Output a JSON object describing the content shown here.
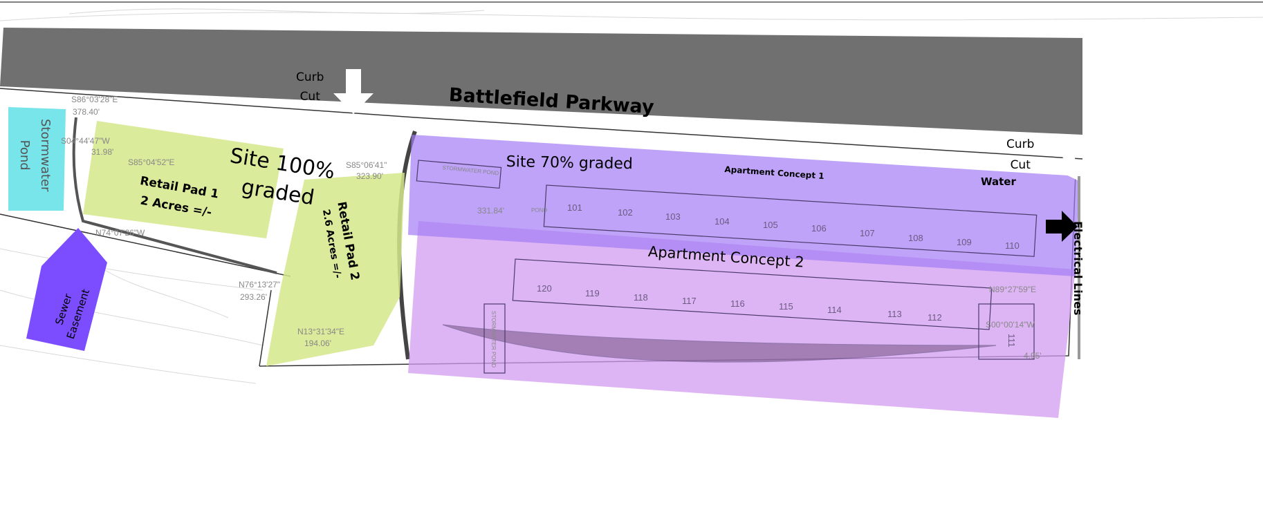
{
  "road": {
    "name": "Battlefield Parkway"
  },
  "curb_cuts": [
    {
      "label_line1": "Curb",
      "label_line2": "Cut"
    },
    {
      "label_line1": "Curb",
      "label_line2": "Cut"
    }
  ],
  "stormwater_pond": {
    "label_line1": "Stormwater",
    "label_line2": "Pond",
    "color": "#5fe0e6"
  },
  "sewer_easement": {
    "label_line1": "Sewer",
    "label_line2": "Easement",
    "color": "#7c4dff"
  },
  "site_100": {
    "line1": "Site 100%",
    "line2": "graded"
  },
  "site_70": {
    "label": "Site 70% graded"
  },
  "retail_pad_1": {
    "name": "Retail Pad 1",
    "area": "2 Acres =/-",
    "color": "#d4e88a"
  },
  "retail_pad_2": {
    "name": "Retail Pad 2",
    "area": "2.6 Acres =/-",
    "color": "#d4e88a"
  },
  "apartment_concept_1": {
    "label": "Apartment Concept 1",
    "color": "#a37cf5"
  },
  "apartment_concept_2": {
    "label": "Apartment Concept 2",
    "color": "#d39cf0"
  },
  "utilities": {
    "water": "Water",
    "electrical": "Electrical Lines"
  },
  "plan_ponds": [
    "STORMWATER POND",
    "POND",
    "STORMWATER POND"
  ],
  "bearings": [
    "S86°03'28\"E",
    "378.40'",
    "S04°44'47\"W",
    "31.98'",
    "S85°04'52\"E",
    "N74°07'26\"W",
    "N76°13'27\"",
    "293.26'",
    "S85°06'41\"",
    "323.90'",
    "331.84'",
    "N13°31'34\"E",
    "194.06'",
    "N89°27'59\"E",
    "S00°00'14\"W",
    "4.95'"
  ],
  "buildings_row1": [
    "101",
    "102",
    "103",
    "104",
    "105",
    "106",
    "107",
    "108",
    "109",
    "110"
  ],
  "buildings_row2": [
    "120",
    "119",
    "118",
    "117",
    "116",
    "115",
    "114",
    "113",
    "112",
    "111"
  ]
}
